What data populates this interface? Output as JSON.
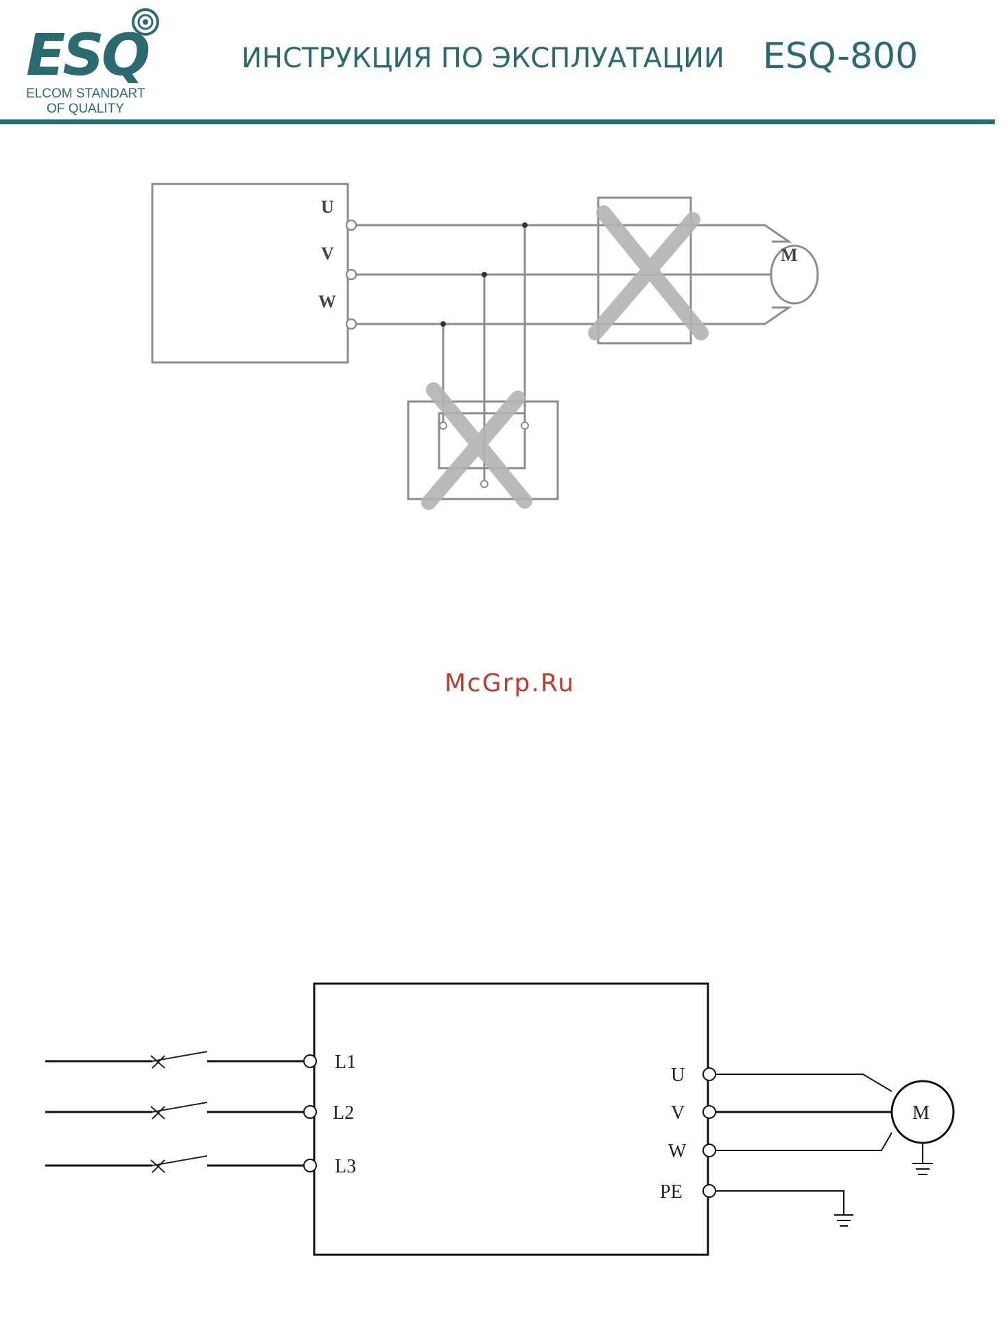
{
  "header": {
    "logo_text": "ESQ",
    "logo_sub_line1": "ELCOM STANDART",
    "logo_sub_line2": "OF QUALITY",
    "doc_title": "ИНСТРУКЦИЯ ПО ЭКСПЛУАТАЦИИ",
    "model": "ESQ-800"
  },
  "colors": {
    "brand": "#2a6b70",
    "watermark": "#c0392b",
    "diagram_gray": "#8c8c8c",
    "cross_gray": "#b3b3b3",
    "line_black": "#111111"
  },
  "diagram_top": {
    "terminal_labels": [
      "U",
      "V",
      "W"
    ],
    "motor_label": "M"
  },
  "watermark": "McGrp.Ru",
  "diagram_bottom": {
    "input_labels": [
      "L1",
      "L2",
      "L3"
    ],
    "output_labels": [
      "U",
      "V",
      "W",
      "PE"
    ],
    "motor_label": "M"
  }
}
